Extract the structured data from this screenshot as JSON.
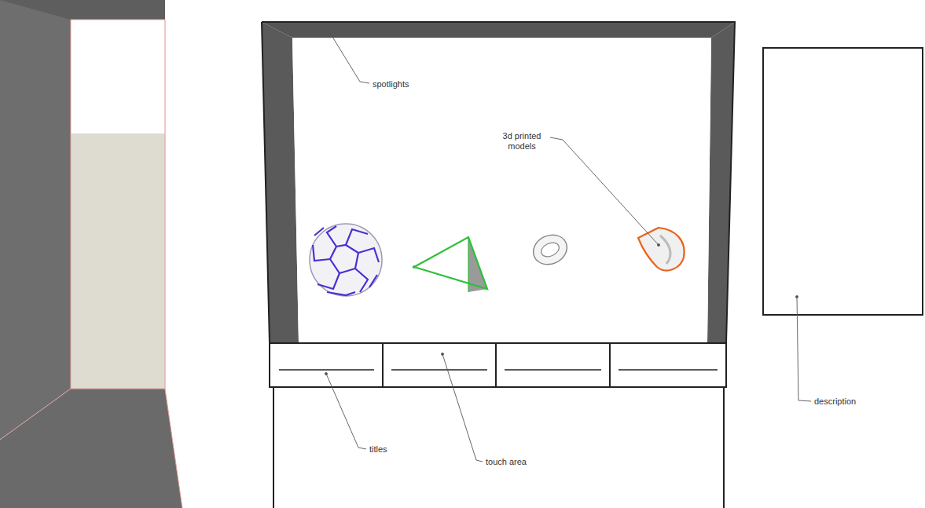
{
  "diagram": {
    "labels": [
      "spotlights",
      "3d printed models",
      "titles",
      "touch area",
      "description"
    ]
  }
}
